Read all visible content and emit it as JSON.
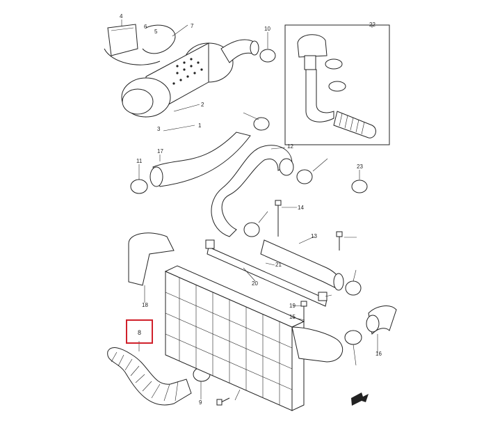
{
  "diagram": {
    "highlight_color": "#d0202a",
    "highlighted_callout": "8",
    "callouts": [
      "1",
      "2",
      "3",
      "4",
      "5",
      "6",
      "7",
      "8",
      "9",
      "10",
      "11",
      "12",
      "13",
      "14",
      "15",
      "16",
      "17",
      "18",
      "19",
      "20",
      "21",
      "22",
      "23"
    ]
  }
}
